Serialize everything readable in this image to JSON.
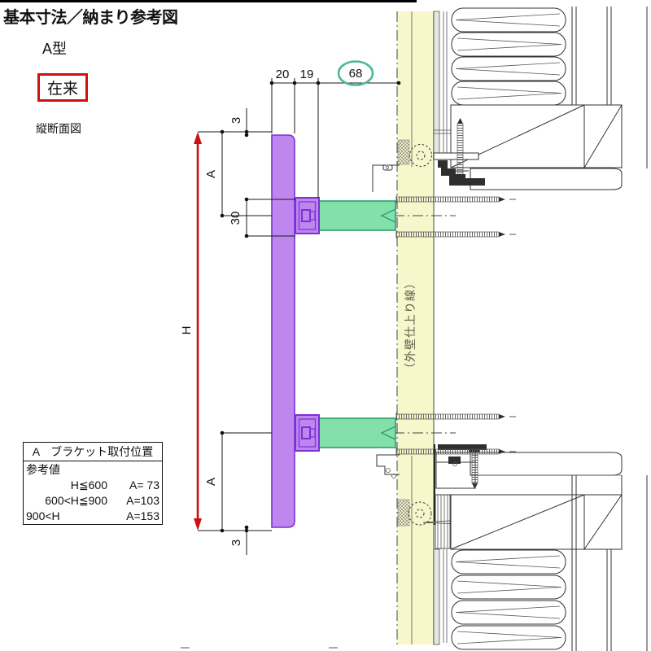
{
  "page": {
    "title": "基本寸法／納まり参考図",
    "model_type": "A型",
    "construction_method": "在来",
    "view_label": "縦断面図"
  },
  "drawing": {
    "wall_finish_line_label": "（外壁仕上り線）",
    "dimensions": {
      "top_chain": [
        "20",
        "19",
        "68"
      ],
      "circled_value": "68",
      "rail_end_clearance_top": "3",
      "rail_end_clearance_bottom": "3",
      "bracket_offset_top": "A",
      "bracket_offset_bottom": "A",
      "bracket_height": "30",
      "overall_height": "H"
    }
  },
  "table": {
    "header": "A　ブラケット取付位置",
    "subheader": "参考値",
    "rows": [
      {
        "condition": "H≦600",
        "value": "A= 73"
      },
      {
        "condition": "600<H≦900",
        "value": "A=103"
      },
      {
        "condition": "900<H",
        "value": "A=153"
      }
    ]
  },
  "colors": {
    "purple_fill": "#bd87ee",
    "purple_stroke": "#7d2fd8",
    "green_fill": "#84e0aa",
    "green_stroke": "#2aa06a",
    "yellow_band": "#f8f6cb",
    "red": "#cc1111",
    "circle_green": "#4db892"
  }
}
